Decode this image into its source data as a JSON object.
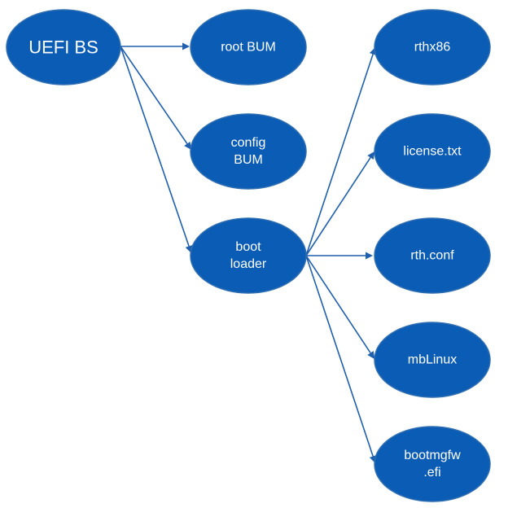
{
  "colors": {
    "node_fill": "#0B5CB5",
    "node_stroke": "#2F6EB0",
    "edge": "#1F5FAE",
    "label_text": "#ffffff",
    "background": "#ffffff"
  },
  "nodes": {
    "uefi_bs": {
      "lines": [
        "UEFI BS"
      ]
    },
    "root_bum": {
      "lines": [
        "root BUM"
      ]
    },
    "config_bum": {
      "lines": [
        "config",
        "BUM"
      ]
    },
    "boot_loader": {
      "lines": [
        "boot",
        "loader"
      ]
    },
    "rthx86": {
      "lines": [
        "rthx86"
      ]
    },
    "license_txt": {
      "lines": [
        "license.txt"
      ]
    },
    "rth_conf": {
      "lines": [
        "rth.conf"
      ]
    },
    "mblinux": {
      "lines": [
        "mbLinux"
      ]
    },
    "bootmgfw_efi": {
      "lines": [
        "bootmgfw",
        ".efi"
      ]
    }
  },
  "edges": [
    {
      "from": "uefi_bs",
      "to": "root_bum"
    },
    {
      "from": "uefi_bs",
      "to": "config_bum"
    },
    {
      "from": "uefi_bs",
      "to": "boot_loader"
    },
    {
      "from": "boot_loader",
      "to": "rthx86"
    },
    {
      "from": "boot_loader",
      "to": "license_txt"
    },
    {
      "from": "boot_loader",
      "to": "rth_conf"
    },
    {
      "from": "boot_loader",
      "to": "mblinux"
    },
    {
      "from": "boot_loader",
      "to": "bootmgfw_efi"
    }
  ]
}
